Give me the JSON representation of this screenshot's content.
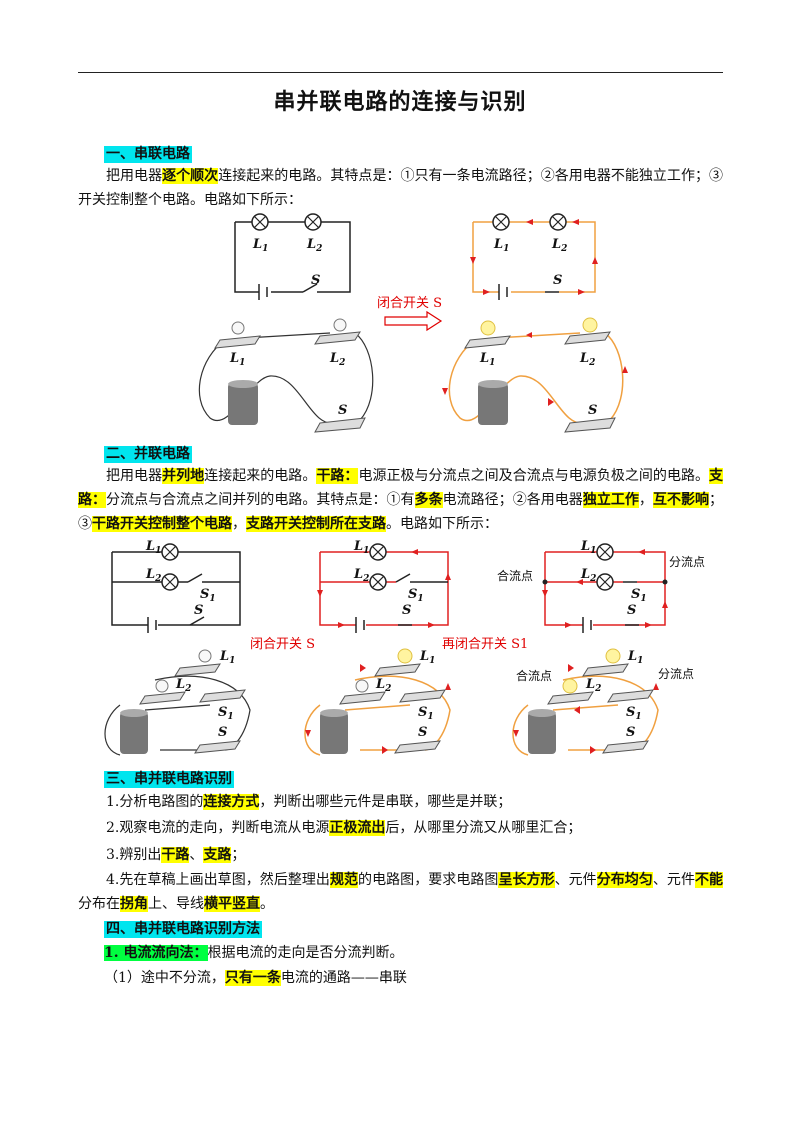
{
  "title": "串并联电路的连接与识别",
  "s1": {
    "heading": "一、串联电路",
    "p1": [
      "把用电器",
      "逐个顺次",
      "连接起来的电路。其特点是：①只有一条电流路径；②各用电器不能独立工作；③开关控制整个电路。电路如下所示："
    ],
    "arrow_label": "闭合开关 S"
  },
  "labels": {
    "L1": "L",
    "L2": "L",
    "S": "S",
    "S1": "S",
    "sub1": "1",
    "sub2": "2"
  },
  "s2": {
    "heading": "二、并联电路",
    "p": [
      "把用电器",
      "并列地",
      "连接起来的电路。",
      "干路：",
      "电源正极与分流点之间及合流点与电源负极之间的电路。",
      "支路：",
      "分流点与合流点之间并列的电路。其特点是：①有",
      "多条",
      "电流路径；②各用电器",
      "独立工作",
      "，",
      "互不影响",
      "；③",
      "干路开关控制整个电路",
      "，",
      "支路开关控制所在支路",
      "。电路如下所示："
    ],
    "caption_a": "闭合开关 S",
    "caption_b": "再闭合开关 S1",
    "merge_point": "合流点",
    "split_point": "分流点"
  },
  "s3": {
    "heading": "三、串并联电路识别",
    "i1": [
      "1.分析电路图的",
      "连接方式",
      "，判断出哪些元件是串联，哪些是并联；"
    ],
    "i2": [
      "2.观察电流的走向，判断电流从电源",
      "正极流出",
      "后，从哪里分流又从哪里汇合；"
    ],
    "i3": [
      "3.辨别出",
      "干路",
      "、",
      "支路",
      "；"
    ],
    "i4": [
      "4.先在草稿上画出草图，然后整理出",
      "规范",
      "的电路图，要求电路图",
      "呈长方形",
      "、元件",
      "分布均匀",
      "、元件",
      "不能",
      "分布在",
      "拐角",
      "上、导线",
      "横平竖直",
      "。"
    ]
  },
  "s4": {
    "heading": "四、串并联电路识别方法",
    "m1": [
      "1. 电流流向法：",
      "根据电流的走向是否分流判断。"
    ],
    "m1a": [
      "（1）途中不分流，",
      "只有一条",
      "电流的通路——串联"
    ]
  },
  "colors": {
    "wire_red": "#e02020",
    "wire_orange": "#f0a040",
    "highlight_yellow": "#ffff00",
    "highlight_cyan": "#00e5ee",
    "highlight_green": "#00ff40"
  }
}
